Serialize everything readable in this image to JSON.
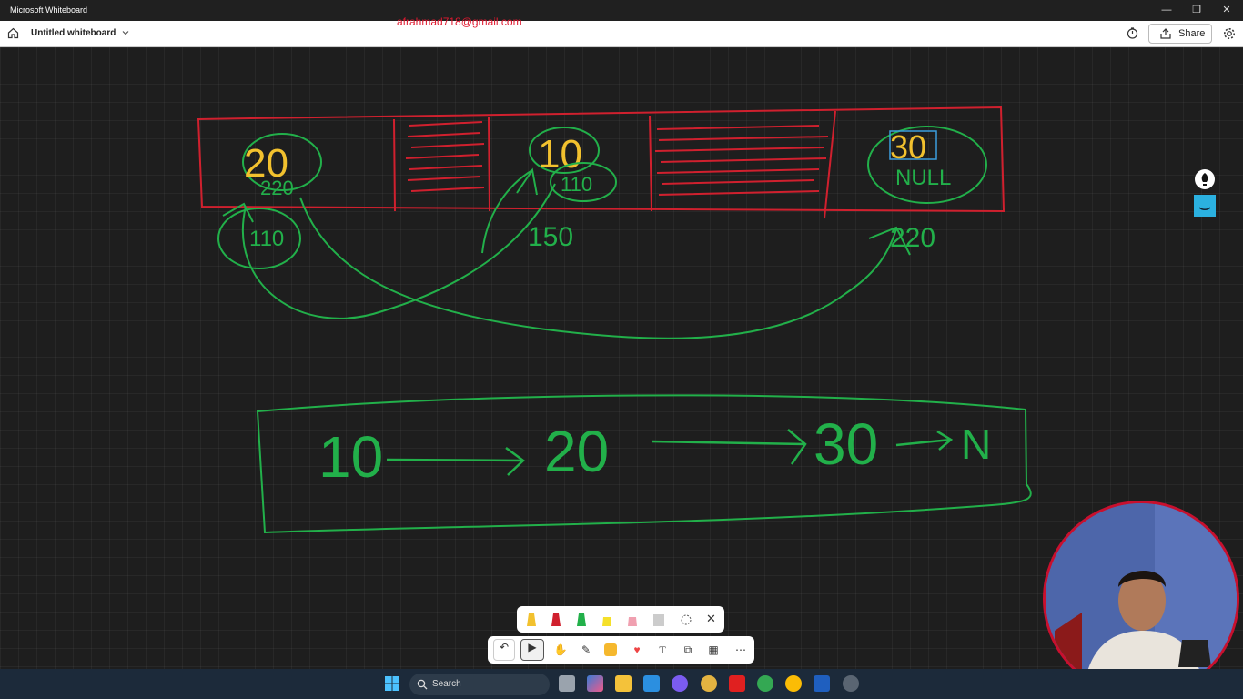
{
  "window": {
    "app_title": "Microsoft Whiteboard",
    "minimize": "—",
    "restore": "❐",
    "close": "✕"
  },
  "toolbar": {
    "doc_title": "Untitled whiteboard",
    "user_email": "afrahmad718@gmail.com",
    "share_label": "Share"
  },
  "whiteboard": {
    "array_cells": [
      {
        "value": "20",
        "next": "220",
        "address": "110"
      },
      {
        "value": "10",
        "next": "110",
        "address": "150"
      },
      {
        "value": "30",
        "next": "NULL",
        "address": "220"
      }
    ],
    "list_nodes": [
      "10",
      "20",
      "30",
      "N"
    ]
  },
  "taskbar": {
    "search_label": "Search"
  },
  "colors": {
    "array_border": "#d0202e",
    "ink_green": "#22b04a",
    "ink_yellow": "#f2c12e",
    "canvas_bg": "#1e1e1e",
    "taskbar_bg": "#1c2a3a"
  }
}
